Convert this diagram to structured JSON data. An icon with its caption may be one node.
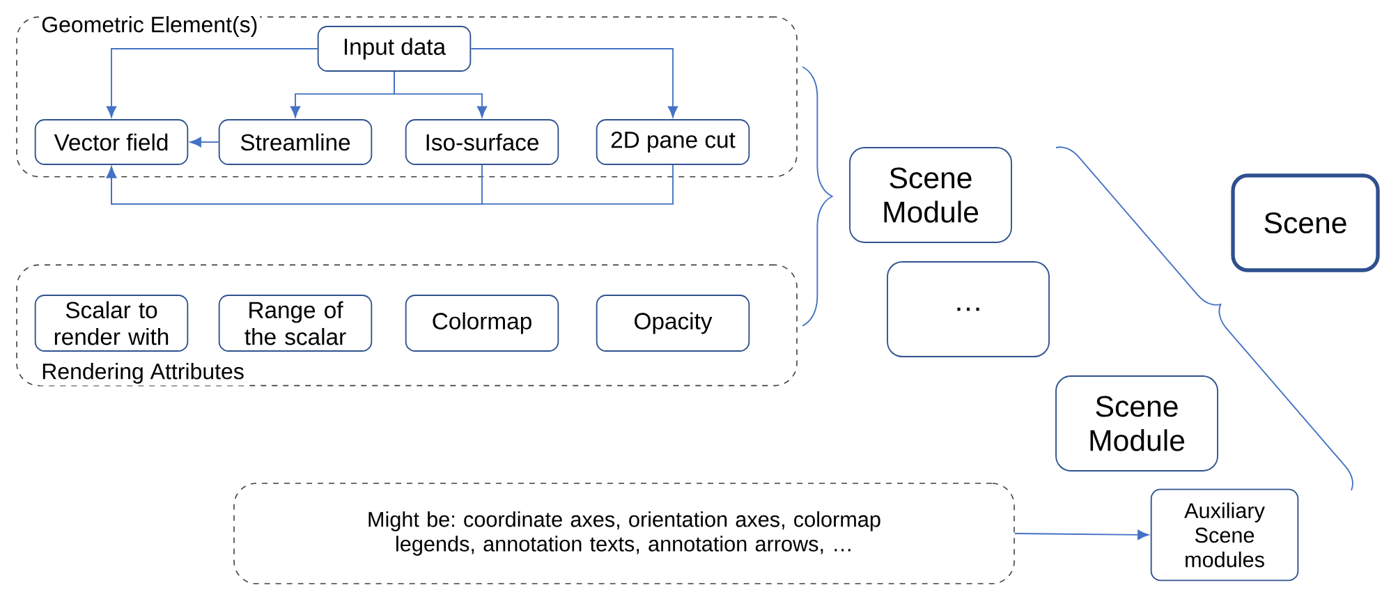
{
  "diagram": {
    "nodes": [
      {
        "text": [
          "Geometric Element(s)"
        ]
      },
      {
        "text": [
          "Input data"
        ],
        "in": 0
      },
      {
        "text": [
          "Vector field"
        ],
        "in": 0
      },
      {
        "text": [
          "Streamline"
        ],
        "in": 0
      },
      {
        "text": [
          "Iso-surface"
        ],
        "in": 0
      },
      {
        "text": [
          "2D pane cut"
        ],
        "in": 0
      },
      {
        "text": [
          "Rendering Attributes"
        ]
      },
      {
        "text": [
          "Scalar to render with"
        ],
        "in": 6
      },
      {
        "text": [
          "Range of the scalar"
        ],
        "in": 6
      },
      {
        "text": [
          "Colormap"
        ],
        "in": 6
      },
      {
        "text": [
          "Opacity"
        ],
        "in": 6
      },
      {
        "text": [
          "Scene Module"
        ]
      },
      {
        "text": [
          "…"
        ]
      },
      {
        "text": [
          "Scene Module"
        ]
      },
      {
        "text": [
          "Scene"
        ]
      },
      {
        "text": [
          "Might be: coordinate axes, orientation axes, colormap legends, annotation texts, annotation arrows, …"
        ]
      },
      {
        "text": [
          "Auxiliary Scene modules"
        ]
      }
    ],
    "edges": [
      {
        "from": 1,
        "to": 2,
        "arrow": "to"
      },
      {
        "from": 1,
        "to": 3,
        "arrow": "to"
      },
      {
        "from": 1,
        "to": 4,
        "arrow": "to"
      },
      {
        "from": 1,
        "to": 5,
        "arrow": "to"
      },
      {
        "from": 3,
        "to": 2,
        "arrow": "to"
      },
      {
        "from": 4,
        "to": 2,
        "arrow": "to"
      },
      {
        "from": 5,
        "to": 2,
        "arrow": "to"
      },
      {
        "from": 15,
        "to": 16,
        "arrow": "to"
      }
    ]
  }
}
